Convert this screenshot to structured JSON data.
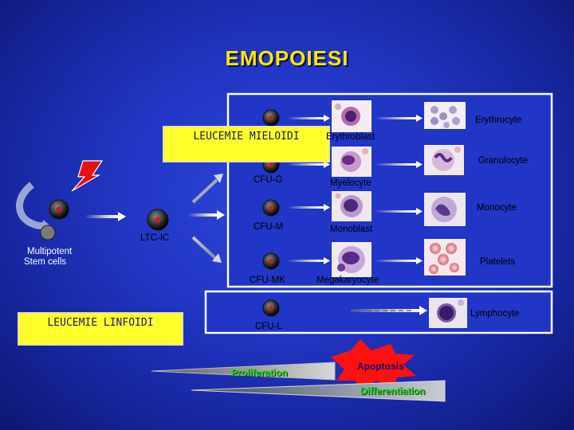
{
  "title": "EMOPOIESI",
  "stem": {
    "label_line1": "Multipotent",
    "label_line2": "Stem cells",
    "ltcic_label": "LTC-IC"
  },
  "myeloid_panel": {
    "box_label": "LEUCEMIE MIELOIDI",
    "rows": [
      {
        "progenitor": "",
        "intermediate": "Erythroblast",
        "mature": "Erythrocyte"
      },
      {
        "progenitor": "CFU-G",
        "intermediate": "Myelocyte",
        "mature": "Granulocyte"
      },
      {
        "progenitor": "CFU-M",
        "intermediate": "Monoblast",
        "mature": "Monocyte"
      },
      {
        "progenitor": "CFU-MK",
        "intermediate": "Megakaryocyte",
        "mature": "Platelets"
      }
    ]
  },
  "lymphoid_panel": {
    "box_label": "LEUCEMIE LINFOIDI",
    "progenitor": "CFU-L",
    "mature": "Lymphocyte"
  },
  "processes": {
    "proliferation": "Proliferation",
    "apoptosis": "Apoptosis",
    "differentiation": "Differentiation"
  },
  "colors": {
    "title": "#ffe600",
    "box_fill": "#ffff2a",
    "panel_fill": "#2135c6",
    "panel_border": "#ffffff",
    "cell_nucleus": "#c42020",
    "apoptosis_burst": "#ff1010",
    "proliferation_arrow": "#9a9a9a",
    "differentiation_arrow": "#b0b0b0",
    "lightning": "#e81010"
  }
}
